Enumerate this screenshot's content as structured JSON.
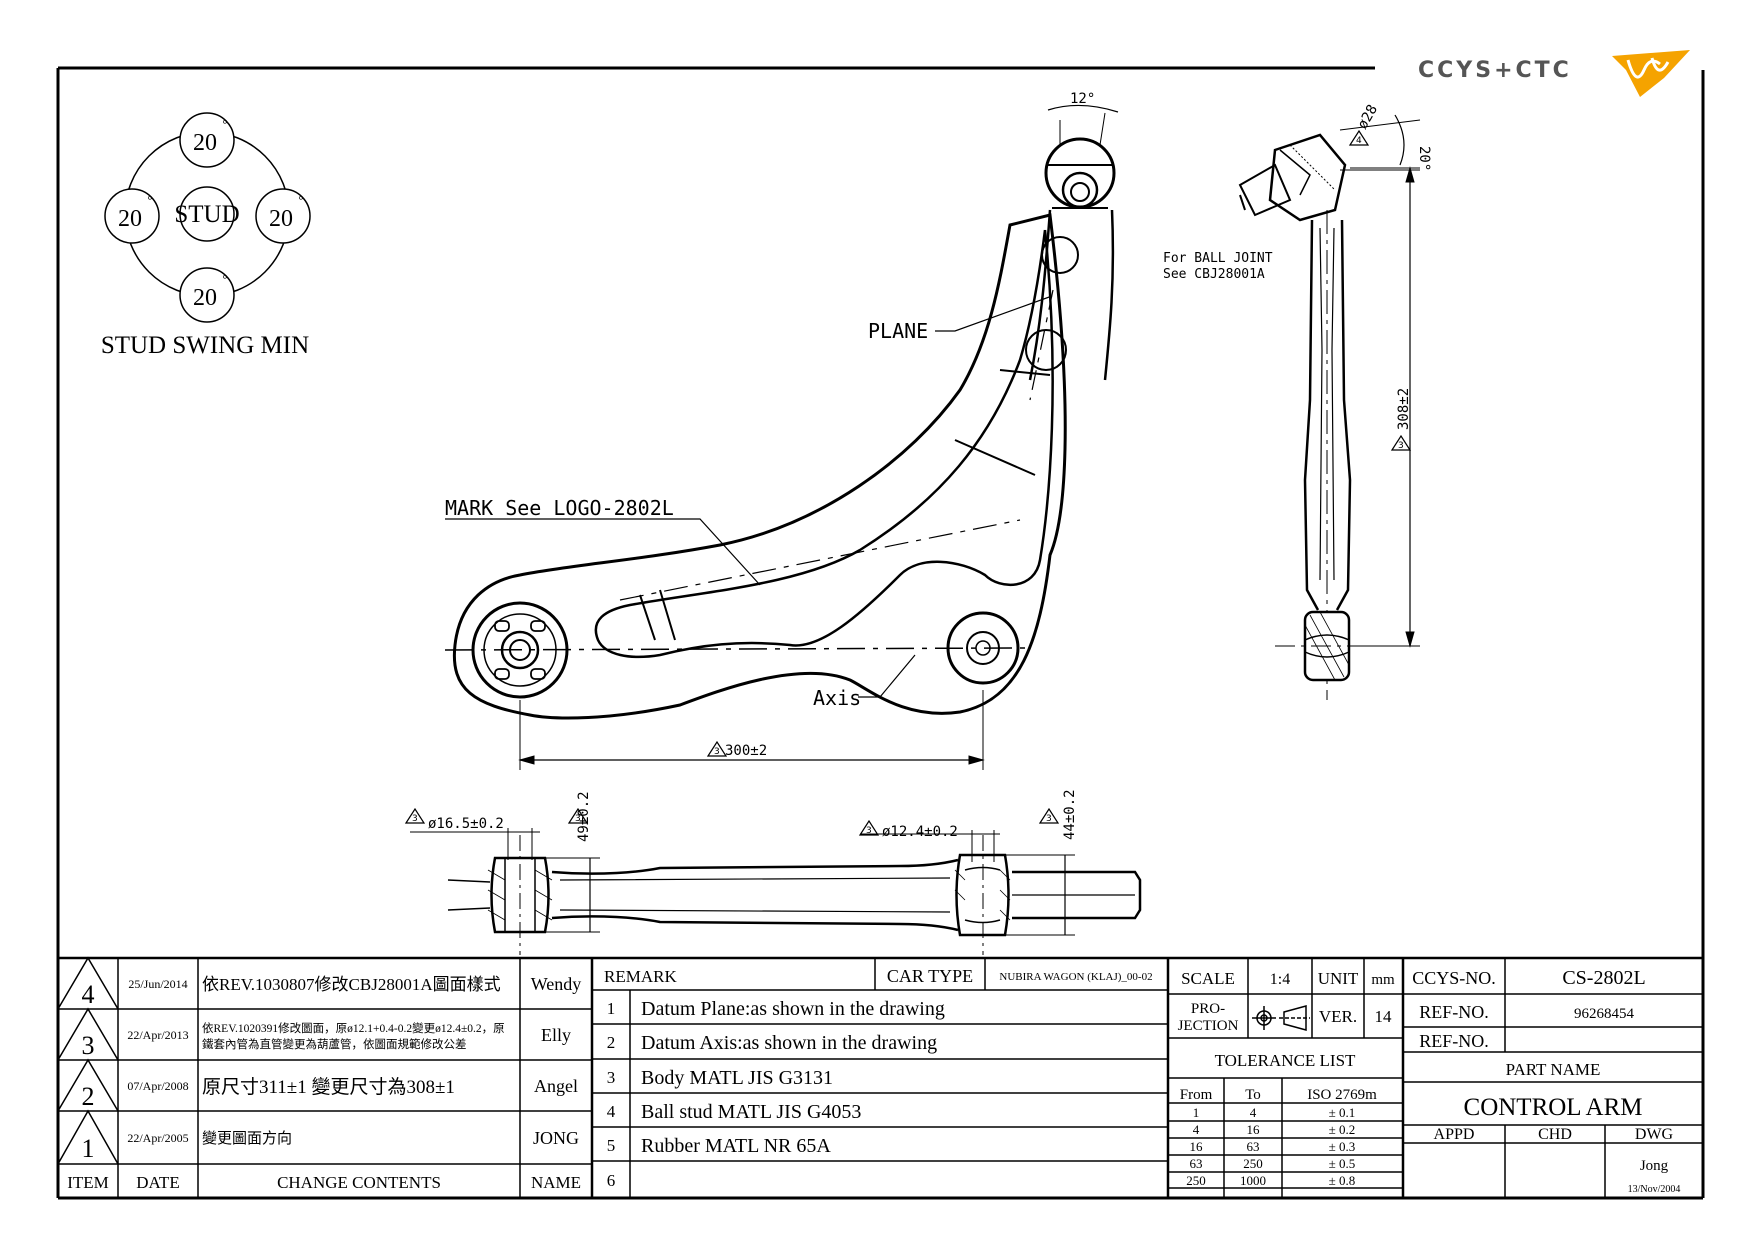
{
  "logo": {
    "text": "CCYS+CTC",
    "accent": "#f5a300",
    "ink": "#555555"
  },
  "swing": {
    "center": "STUD",
    "top": "20",
    "left": "20",
    "right": "20",
    "bottom": "20",
    "degree": "°",
    "caption": "STUD SWING MIN"
  },
  "notes": {
    "plane": "PLANE",
    "mark": "MARK See LOGO-2802L",
    "axis": "Axis",
    "ball_joint_1": "For BALL JOINT",
    "ball_joint_2": "See CBJ28001A"
  },
  "dimensions": {
    "angle_top": "12°",
    "ball_dia": "ø28",
    "angle_side": "20°",
    "length_side": "308±2",
    "length_main": "300±2",
    "bush1_dia": "ø16.5±0.2",
    "bush1_width": "49±0.2",
    "bush2_dia": "ø12.4±0.2",
    "bush2_width": "44±0.2",
    "flag_3": "3",
    "flag_4": "4"
  },
  "revisions": {
    "headers": {
      "item": "ITEM",
      "date": "DATE",
      "contents": "CHANGE CONTENTS",
      "name": "NAME"
    },
    "rows": [
      {
        "item": "4",
        "date": "25/Jun/2014",
        "contents": "依REV.1030807修改CBJ28001A圖面樣式",
        "name": "Wendy"
      },
      {
        "item": "3",
        "date": "22/Apr/2013",
        "contents_1": "依REV.1020391修改圖面，原ø12.1+0.4-0.2變更ø12.4±0.2，原",
        "contents_2": "鐵套內管為直管變更為葫蘆管，依圖面規範修改公差",
        "name": "Elly"
      },
      {
        "item": "2",
        "date": "07/Apr/2008",
        "contents": "原尺寸311±1 變更尺寸為308±1",
        "name": "Angel"
      },
      {
        "item": "1",
        "date": "22/Apr/2005",
        "contents": "變更圖面方向",
        "name": "JONG"
      }
    ]
  },
  "remarks": {
    "title": "REMARK",
    "car_type_label": "CAR TYPE",
    "car_type": "NUBIRA WAGON (KLAJ)_00-02",
    "rows": [
      {
        "no": "1",
        "text": "Datum Plane:as shown in the drawing"
      },
      {
        "no": "2",
        "text": "Datum Axis:as shown in the drawing"
      },
      {
        "no": "3",
        "text": "Body MATL JIS G3131"
      },
      {
        "no": "4",
        "text": "Ball stud MATL JIS G4053"
      },
      {
        "no": "5",
        "text": "Rubber MATL NR 65A"
      },
      {
        "no": "6",
        "text": ""
      }
    ]
  },
  "title_block": {
    "scale_label": "SCALE",
    "scale": "1:4",
    "unit_label": "UNIT",
    "unit": "mm",
    "projection_1": "PRO-",
    "projection_2": "JECTION",
    "ver_label": "VER.",
    "ver": "14",
    "ccys_label": "CCYS-NO.",
    "ccys_no": "CS-2802L",
    "ref_label_1": "REF-NO.",
    "ref_no_1": "96268454",
    "ref_label_2": "REF-NO.",
    "ref_no_2": "",
    "part_name_label": "PART NAME",
    "part_name": "CONTROL ARM",
    "appd": "APPD",
    "chd": "CHD",
    "dwg": "DWG",
    "dwg_name": "Jong",
    "dwg_date": "13/Nov/2004"
  },
  "tolerance": {
    "title": "TOLERANCE LIST",
    "headers": [
      "From",
      "To",
      "ISO 2769m"
    ],
    "rows": [
      [
        "1",
        "4",
        "± 0.1"
      ],
      [
        "4",
        "16",
        "± 0.2"
      ],
      [
        "16",
        "63",
        "± 0.3"
      ],
      [
        "63",
        "250",
        "± 0.5"
      ],
      [
        "250",
        "1000",
        "± 0.8"
      ]
    ]
  }
}
